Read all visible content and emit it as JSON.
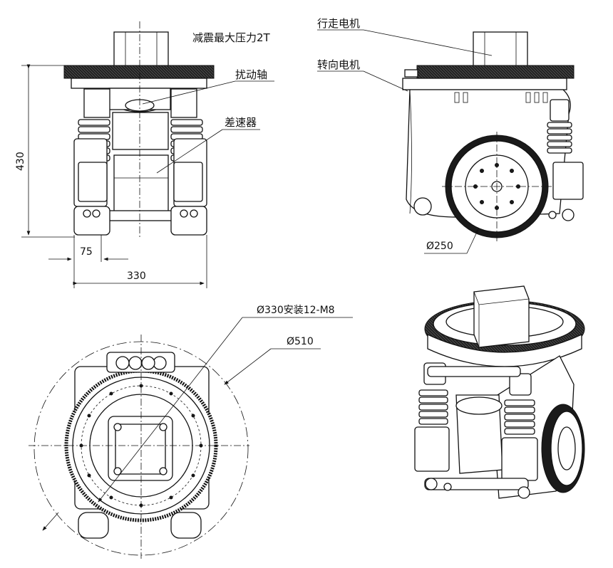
{
  "labels": {
    "max_pressure": "减震最大压力2T",
    "disturbance_shaft": "扰动轴",
    "differential": "差速器",
    "drive_motor": "行走电机",
    "steering_motor": "转向电机"
  },
  "dimensions": {
    "height": "430",
    "offset": "75",
    "width": "330",
    "wheel_dia": "Ø250",
    "mount_circle": "Ø330安装12-M8",
    "outer_dia": "Ø510"
  }
}
